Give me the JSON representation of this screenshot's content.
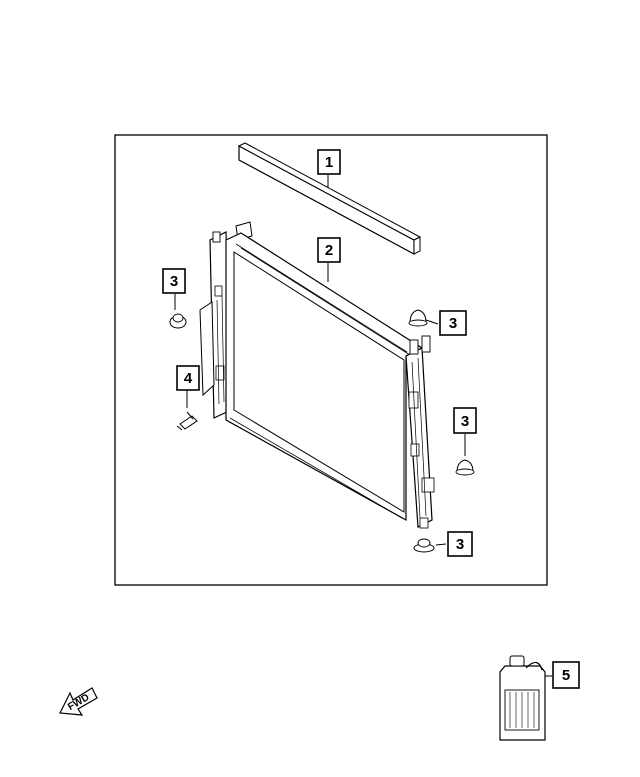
{
  "callouts": {
    "c1": "1",
    "c2": "2",
    "c3a": "3",
    "c3b": "3",
    "c3c": "3",
    "c3d": "3",
    "c4": "4",
    "c5": "5"
  },
  "fwd_label": "FWD",
  "parts": [
    "radiator-seal",
    "radiator",
    "radiator-isolator",
    "drain-cock",
    "coolant-jug"
  ],
  "colors": {
    "stroke": "#000000",
    "background": "#ffffff"
  }
}
